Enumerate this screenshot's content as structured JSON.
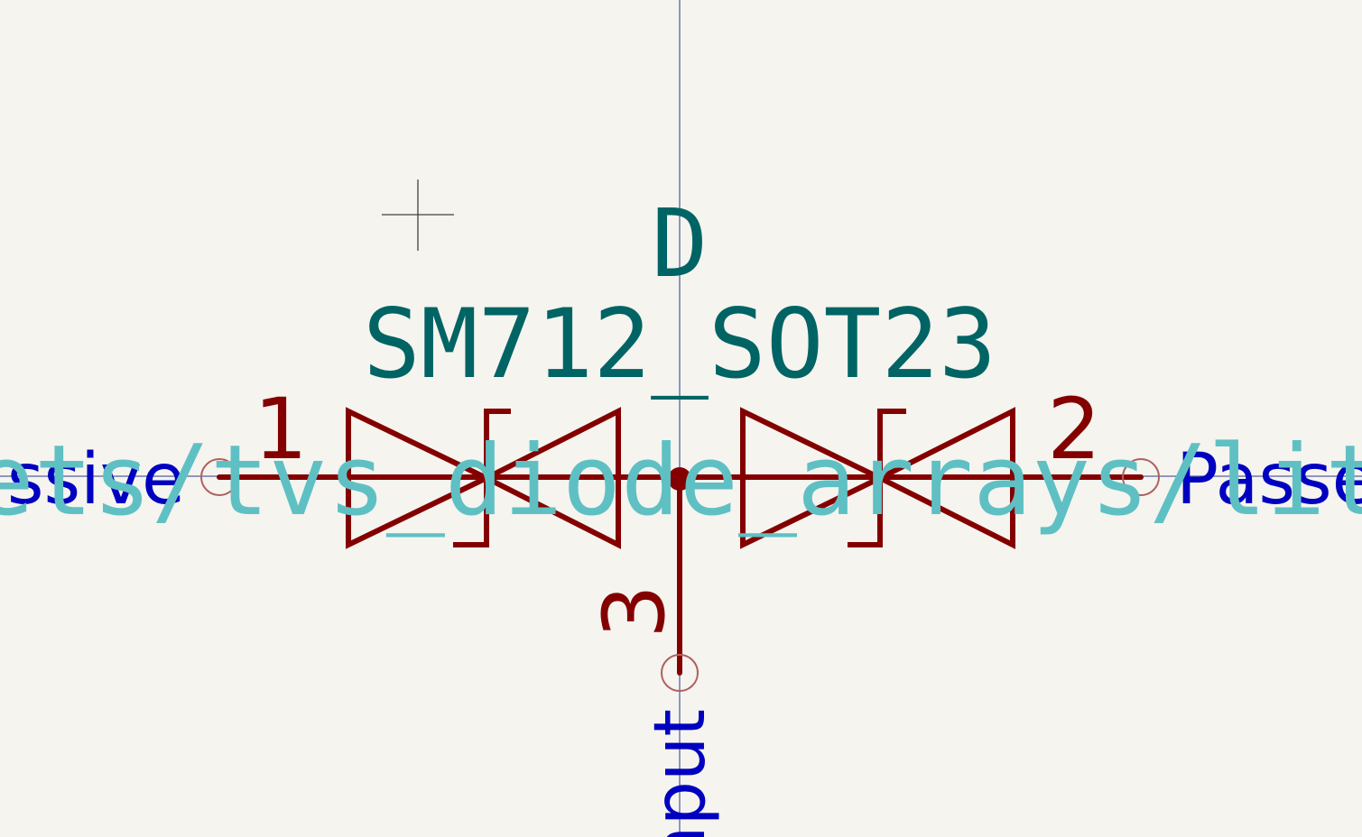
{
  "symbol": {
    "reference": "D",
    "value": "SM712_SOT23",
    "datasheet_fragment": "heets/tvs_diode_arrays/litte"
  },
  "pins": [
    {
      "number": "1",
      "type_label": "ssive"
    },
    {
      "number": "2",
      "type_label": "Passe"
    },
    {
      "number": "3",
      "type_label": "nput"
    }
  ],
  "colors": {
    "background": "#f5f4ef",
    "body": "#840000",
    "field_text": "#006464",
    "datasheet_text": "#5fc0c4",
    "pin_type_text": "#0000c0",
    "pin_marker": "#b06060",
    "axis": "#2a3a8a",
    "cursor": "#404040"
  }
}
